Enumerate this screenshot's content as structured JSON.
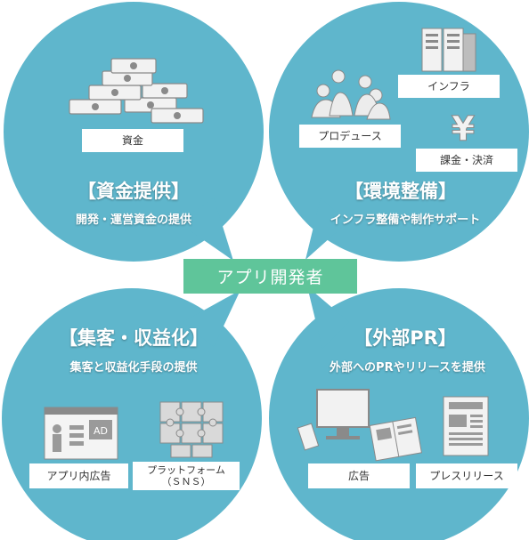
{
  "center": {
    "label": "アプリ開発者"
  },
  "funding": {
    "title": "【資金提供】",
    "subtitle": "開発・運営資金の提供",
    "label": "資金",
    "icon": "money-stack-icon"
  },
  "environment": {
    "title": "【環境整備】",
    "subtitle": "インフラ整備や制作サポート",
    "labels": {
      "infra": "インフラ",
      "produce": "プロデュース",
      "billing": "課金・決済"
    },
    "icons": [
      "server-icon",
      "people-icon",
      "yen-icon"
    ]
  },
  "monetize": {
    "title": "【集客・収益化】",
    "subtitle": "集客と収益化手段の提供",
    "labels": {
      "in_app_ad": "アプリ内広告",
      "platform": "プラットフォーム\n（ＳＮＳ）"
    },
    "icons": [
      "app-screen-icon",
      "puzzle-icon"
    ]
  },
  "pr": {
    "title": "【外部PR】",
    "subtitle": "外部へのPRやリリースを提供",
    "labels": {
      "ad": "広告",
      "press": "プレスリリース"
    },
    "icons": [
      "devices-icon",
      "newspaper-icon"
    ]
  },
  "colors": {
    "circle": "#5fb6cc",
    "center": "#5fc59a",
    "icon": "#8a8a8a"
  }
}
